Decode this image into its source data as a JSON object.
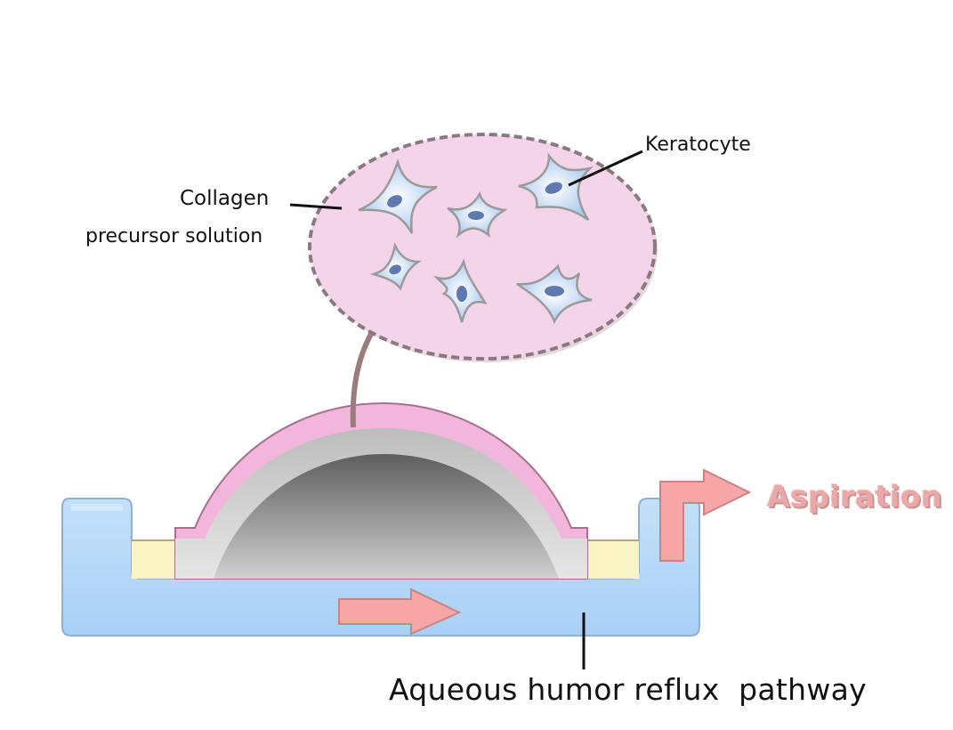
{
  "labels": {
    "collagen_line1": "Collagen",
    "collagen_line2": "precursor solution",
    "keratocyte": "Keratocyte",
    "aspiration": "Aspiration",
    "aqueous": "Aqueous humor reflux  pathway"
  },
  "colors": {
    "solution_fill": "#f4d4e9",
    "solution_border": "#8c7880",
    "channel_fill": "#afd4f7",
    "channel_border": "#8fb2d0",
    "cornea_layer": "#f2b6dc",
    "cornea_border": "#a8708f",
    "flow_arrow": "#f6a6a6",
    "flow_arrow_border": "#c98484",
    "transfer_arrow": "#9a7c7c",
    "cell_fill": "#9fc2ec",
    "cell_nucleus": "#5f78b0",
    "gel_fill": "#fbf5c6"
  }
}
